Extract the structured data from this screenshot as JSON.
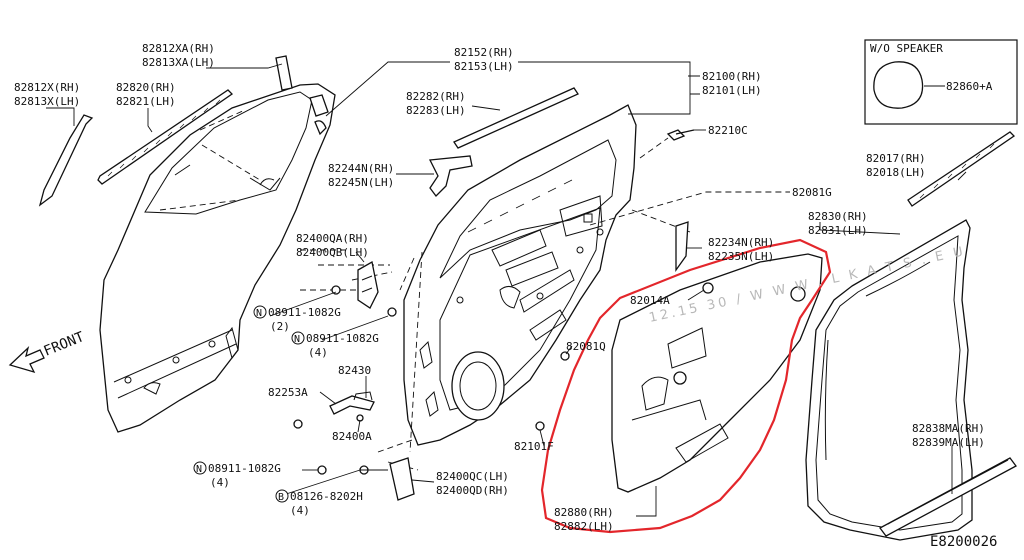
{
  "diagram_code": "E8200026",
  "inset": {
    "title": "W/O SPEAKER",
    "part": "82860+A"
  },
  "front_label": "FRONT",
  "watermark": "12.15 30 / W W W . L K A T S . E U",
  "labels": {
    "p82812xa": "82812XA(RH)",
    "p82813xa": "82813XA(LH)",
    "p82812x": "82812X(RH)",
    "p82813x": "82813X(LH)",
    "p82820": "82820(RH)",
    "p82821": "82821(LH)",
    "p82152": "82152(RH)",
    "p82153": "82153(LH)",
    "p82282": "82282(RH)",
    "p82283": "82283(LH)",
    "p82100": "82100(RH)",
    "p82101": "82101(LH)",
    "p82210c": "82210C",
    "p82244n": "82244N(RH)",
    "p82245n": "82245N(LH)",
    "p82017": "82017(RH)",
    "p82018": "82018(LH)",
    "p82081g": "82081G",
    "p82830": "82830(RH)",
    "p82831": "82831(LH)",
    "p82400qa": "82400QA(RH)",
    "p82400qb": "82400QB(LH)",
    "p82234n": "82234N(RH)",
    "p82235n": "82235N(LH)",
    "p82014a": "82014A",
    "b08911a": "08911-1082G",
    "b08911a_qty": "(2)",
    "b08911b": "08911-1082G",
    "b08911b_qty": "(4)",
    "p82430": "82430",
    "p82253a": "82253A",
    "p82400a": "82400A",
    "p82081q": "82081Q",
    "p82101f": "82101F",
    "b08911c": "08911-1082G",
    "b08911c_qty": "(4)",
    "p82400qc": "82400QC(LH)",
    "p82400qd": "82400QD(RH)",
    "b08126": "08126-8202H",
    "b08126_qty": "(4)",
    "p82880": "82880(RH)",
    "p82882": "82882(LH)",
    "p82838ma": "82838MA(RH)",
    "p82839ma": "82839MA(LH)"
  }
}
